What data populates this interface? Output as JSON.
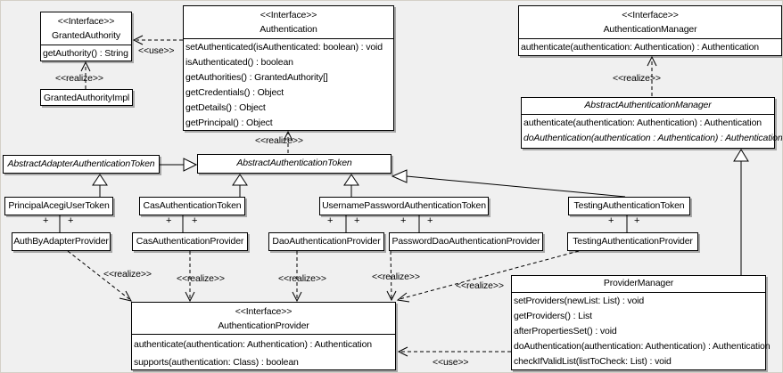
{
  "labels": {
    "use": "<<use>>",
    "realize": "<<realize>>",
    "plus": "+"
  },
  "classes": {
    "granted_authority": {
      "stereotype": "<<Interface>>",
      "name": "GrantedAuthority",
      "methods": [
        "getAuthority() : String"
      ]
    },
    "granted_authority_impl": {
      "name": "GrantedAuthorityImpl"
    },
    "authentication": {
      "stereotype": "<<Interface>>",
      "name": "Authentication",
      "methods": [
        "setAuthenticated(isAuthenticated: boolean) : void",
        "isAuthenticated() : boolean",
        "getAuthorities() : GrantedAuthority[]",
        "getCredentials() : Object",
        "getDetails() : Object",
        "getPrincipal() : Object"
      ]
    },
    "authentication_manager": {
      "stereotype": "<<Interface>>",
      "name": "AuthenticationManager",
      "methods": [
        "authenticate(authentication: Authentication) : Authentication"
      ]
    },
    "abstract_authentication_manager": {
      "name": "AbstractAuthenticationManager",
      "methods": [
        "authenticate(authentication: Authentication) : Authentication",
        "doAuthentication(authentication : Authentication) : Authentication"
      ]
    },
    "abstract_adapter_authentication_token": {
      "name": "AbstractAdapterAuthenticationToken"
    },
    "abstract_authentication_token": {
      "name": "AbstractAuthenticationToken"
    },
    "principal_acegi_user_token": {
      "name": "PrincipalAcegiUserToken"
    },
    "cas_authentication_token": {
      "name": "CasAuthenticationToken"
    },
    "username_password_authentication_token": {
      "name": "UsernamePasswordAuthenticationToken"
    },
    "testing_authentication_token": {
      "name": "TestingAuthenticationToken"
    },
    "auth_by_adapter_provider": {
      "name": "AuthByAdapterProvider"
    },
    "cas_authentication_provider": {
      "name": "CasAuthenticationProvider"
    },
    "dao_authentication_provider": {
      "name": "DaoAuthenticationProvider"
    },
    "password_dao_authentication_provider": {
      "name": "PasswordDaoAuthenticationProvider"
    },
    "testing_authentication_provider": {
      "name": "TestingAuthenticationProvider"
    },
    "authentication_provider": {
      "stereotype": "<<Interface>>",
      "name": "AuthenticationProvider",
      "methods": [
        "authenticate(authentication: Authentication) : Authentication",
        "supports(authentication: Class) : boolean"
      ]
    },
    "provider_manager": {
      "name": "ProviderManager",
      "methods": [
        "setProviders(newList: List) : void",
        "getProviders() : List",
        "afterPropertiesSet() : void",
        "doAuthentication(authentication: Authentication) : Authentication",
        "checkIfValidList(listToCheck: List) : void"
      ]
    }
  },
  "colors": {
    "background": "#f0f0f0",
    "box_fill": "#ffffff",
    "line": "#000000"
  }
}
